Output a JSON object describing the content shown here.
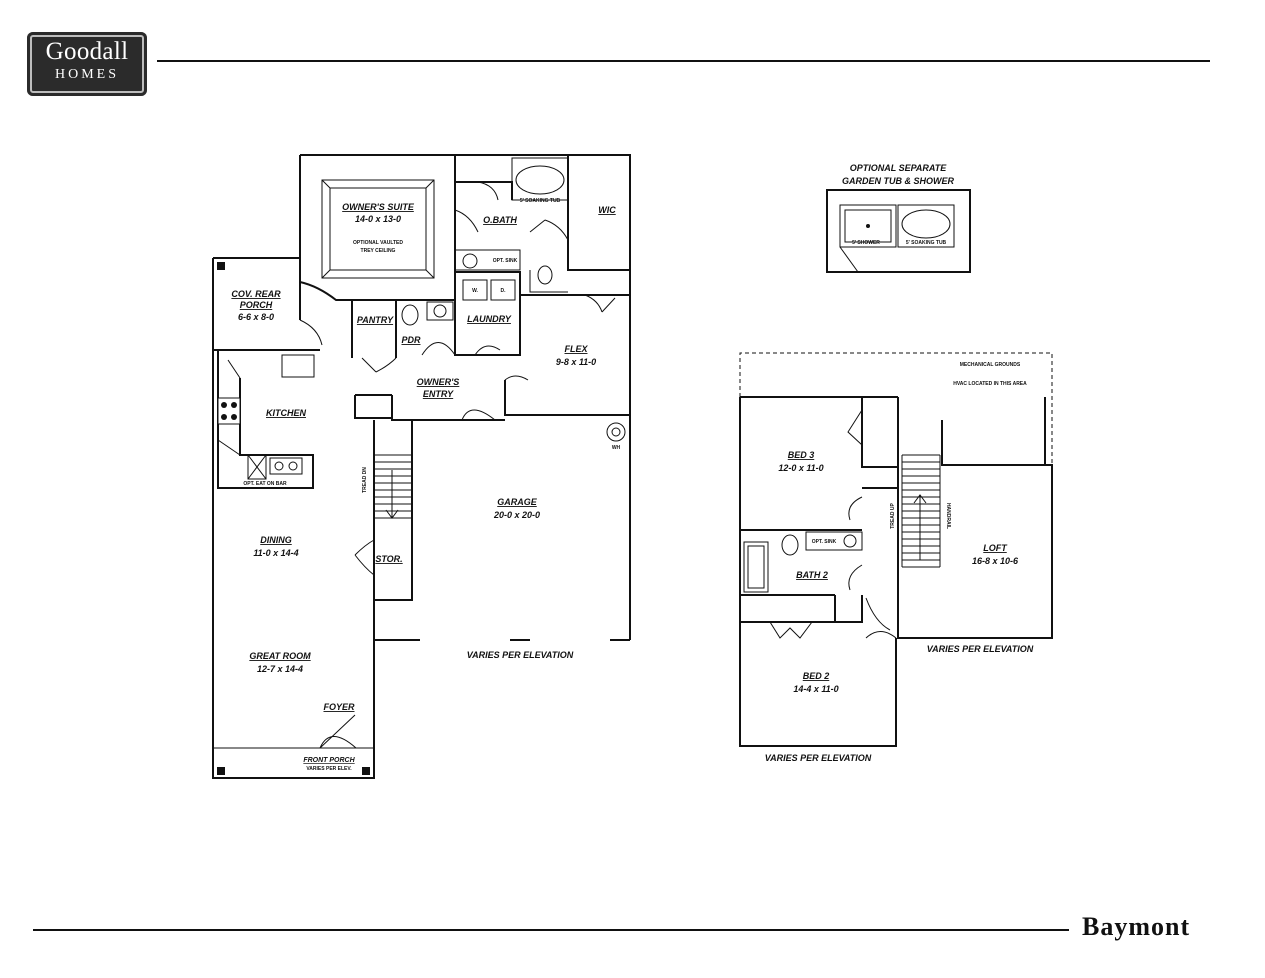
{
  "brand": {
    "line1": "Goodall",
    "line2": "HOMES"
  },
  "plan_name": "Baymont",
  "optional": {
    "line1": "OPTIONAL SEPARATE",
    "line2": "GARDEN TUB & SHOWER",
    "shower": "5' SHOWER",
    "tub": "5' SOAKING TUB"
  },
  "first_floor": {
    "owners_suite": {
      "name": "OWNER'S SUITE",
      "dim": "14-0 x 13-0",
      "note1": "OPTIONAL VAULTED",
      "note2": "TREY CEILING"
    },
    "o_bath": {
      "name": "O.BATH",
      "tub": "5' SOAKING TUB",
      "sink": "OPT. SINK"
    },
    "wic": {
      "name": "WIC"
    },
    "cov_rear_porch": {
      "name1": "COV. REAR",
      "name2": "PORCH",
      "dim": "6-6 x 8-0"
    },
    "pantry": {
      "name": "PANTRY"
    },
    "pdr": {
      "name": "PDR"
    },
    "laundry": {
      "name": "LAUNDRY",
      "w": "W.",
      "d": "D."
    },
    "flex": {
      "name": "FLEX",
      "dim": "9-8 x 11-0"
    },
    "owners_entry": {
      "name1": "OWNER'S",
      "name2": "ENTRY"
    },
    "kitchen": {
      "name": "KITCHEN",
      "bar": "OPT. EAT ON BAR"
    },
    "dining": {
      "name": "DINING",
      "dim": "11-0 x 14-4"
    },
    "stor": {
      "name": "STOR."
    },
    "garage": {
      "name": "GARAGE",
      "dim": "20-0 x 20-0",
      "wh": "WH"
    },
    "elevation": "VARIES PER ELEVATION",
    "great_room": {
      "name": "GREAT ROOM",
      "dim": "12-7 x 14-4"
    },
    "foyer": {
      "name": "FOYER"
    },
    "front_porch": {
      "name": "FRONT PORCH",
      "note": "VARIES PER ELEV."
    },
    "stair_note": "TREAD DN"
  },
  "second_floor": {
    "mechanical": "MECHANICAL GROUNDS",
    "hvac": "HVAC LOCATED IN THIS AREA",
    "bed3": {
      "name": "BED 3",
      "dim": "12-0 x 11-0"
    },
    "loft": {
      "name": "LOFT",
      "dim": "16-8 x 10-6"
    },
    "bath2": {
      "name": "BATH 2",
      "sink": "OPT. SINK"
    },
    "bed2": {
      "name": "BED 2",
      "dim": "14-4 x 11-0"
    },
    "elevation_right": "VARIES PER ELEVATION",
    "elevation_bottom": "VARIES PER ELEVATION",
    "stair_note_left": "TREAD UP",
    "stair_note_right": "HANDRAIL"
  }
}
